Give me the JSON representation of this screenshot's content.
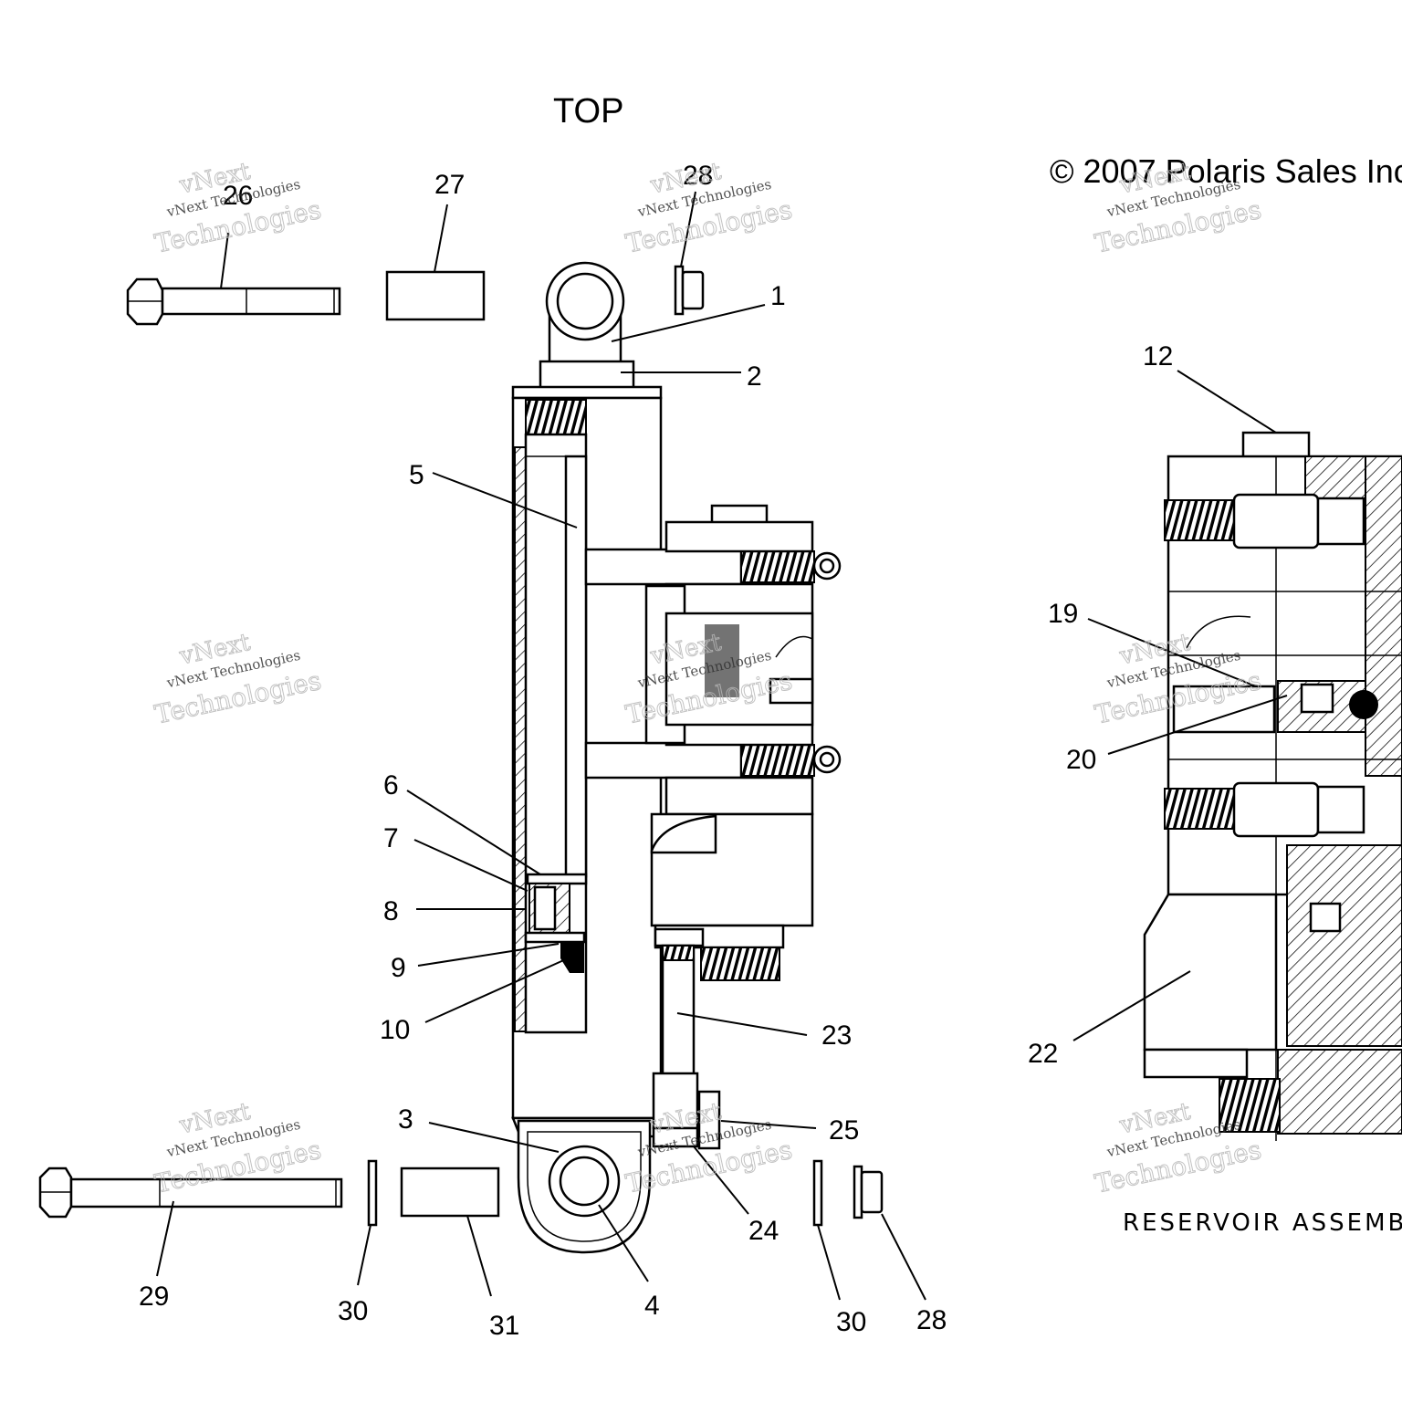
{
  "view_label": "TOP",
  "copyright": "© 2007 Polaris Sales Inc",
  "reservoir_caption": "RESERVOIR ASSEMB",
  "watermark": {
    "line1": "vNext",
    "line2": "vNext Technologies",
    "line3": "Technologies"
  },
  "callouts": {
    "c1": "1",
    "c2": "2",
    "c3": "3",
    "c4": "4",
    "c5": "5",
    "c6": "6",
    "c7": "7",
    "c8": "8",
    "c9": "9",
    "c10": "10",
    "c12": "12",
    "c19": "19",
    "c20": "20",
    "c22": "22",
    "c23": "23",
    "c24": "24",
    "c25": "25",
    "c26": "26",
    "c27": "27",
    "c28a": "28",
    "c28b": "28",
    "c29": "29",
    "c30a": "30",
    "c30b": "30",
    "c31": "31"
  }
}
